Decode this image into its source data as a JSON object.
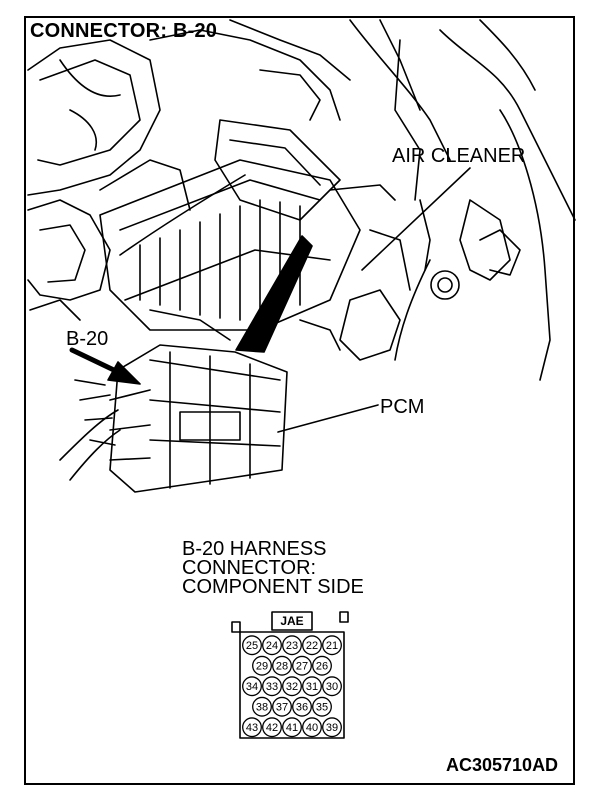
{
  "title": "CONNECTOR: B-20",
  "labels": {
    "air_cleaner": "AIR CLEANER",
    "connector": "B-20",
    "pcm": "PCM"
  },
  "harness_caption": [
    "B-20 HARNESS",
    "CONNECTOR:",
    "COMPONENT SIDE"
  ],
  "connector_key": "JAE",
  "pin_rows": [
    [
      "25",
      "24",
      "23",
      "22",
      "21"
    ],
    [
      "29",
      "28",
      "27",
      "26"
    ],
    [
      "34",
      "33",
      "32",
      "31",
      "30"
    ],
    [
      "38",
      "37",
      "36",
      "35"
    ],
    [
      "43",
      "42",
      "41",
      "40",
      "39"
    ]
  ],
  "figure_code": "AC305710AD"
}
